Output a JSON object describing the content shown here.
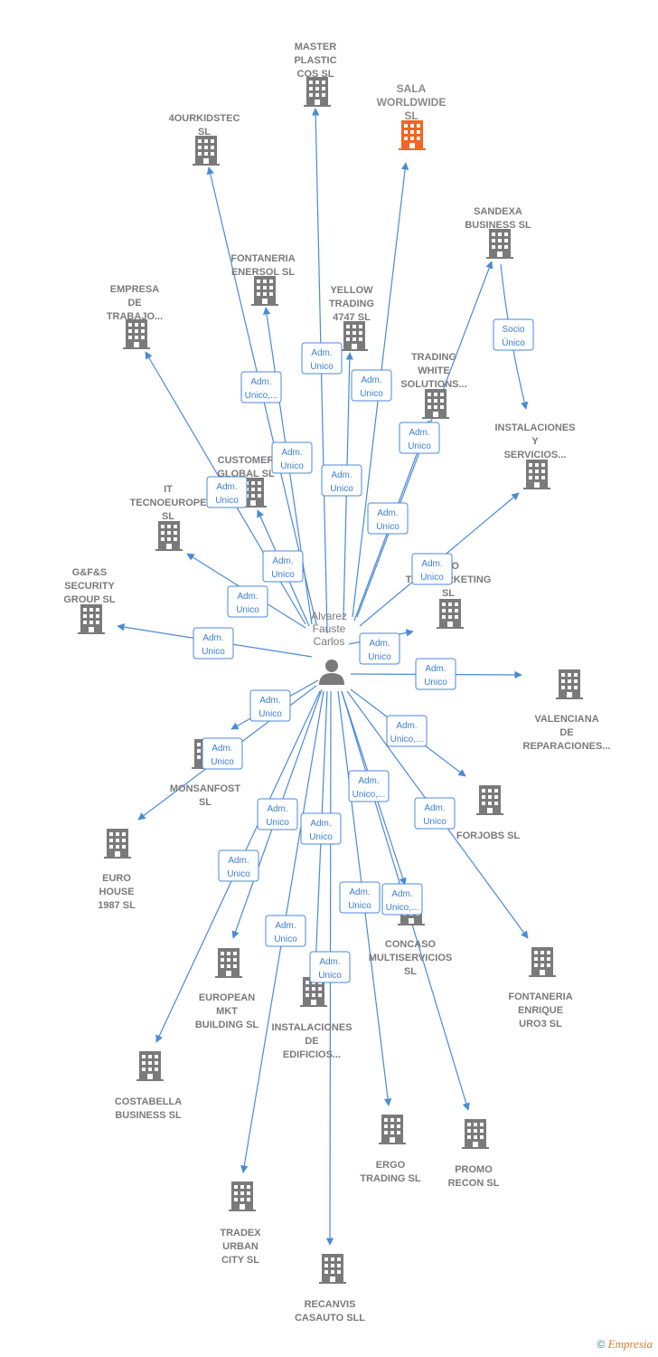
{
  "center": {
    "name_lines": [
      "Alvarez",
      "Fauste",
      "Carlos"
    ],
    "icon": "person-icon"
  },
  "colors": {
    "edge": "#4a8ad8",
    "building": "#7a7a7a",
    "highlight": "#f26522"
  },
  "companies": [
    {
      "id": "master-plastic-cos-sl",
      "lines": [
        "MASTER",
        "PLASTIC",
        "COS SL"
      ],
      "highlight": false
    },
    {
      "id": "sala-worldwide-sl",
      "lines": [
        "SALA",
        "WORLDWIDE",
        "SL"
      ],
      "highlight": true
    },
    {
      "id": "4ourkidstec-sl",
      "lines": [
        "4OURKIDSTEC",
        "SL"
      ],
      "highlight": false
    },
    {
      "id": "sandexa-business-sl",
      "lines": [
        "SANDEXA",
        "BUSINESS SL"
      ],
      "highlight": false
    },
    {
      "id": "fontaneria-enersol-sl",
      "lines": [
        "FONTANERIA",
        "ENERSOL SL"
      ],
      "highlight": false
    },
    {
      "id": "empresa-de-trabajo",
      "lines": [
        "EMPRESA",
        "DE",
        "TRABAJO..."
      ],
      "highlight": false
    },
    {
      "id": "yellow-trading-4747-sl",
      "lines": [
        "YELLOW",
        "TRADING",
        "4747  SL"
      ],
      "highlight": false
    },
    {
      "id": "trading-white-solutions",
      "lines": [
        "TRADING",
        "WHITE",
        "SOLUTIONS..."
      ],
      "highlight": false
    },
    {
      "id": "instalaciones-y-servicios",
      "lines": [
        "INSTALACIONES",
        "Y",
        "SERVICIOS..."
      ],
      "highlight": false
    },
    {
      "id": "customer-global-sl",
      "lines": [
        "CUSTOMER",
        "GLOBAL  SL"
      ],
      "highlight": false
    },
    {
      "id": "it-tecnoeurope-sl",
      "lines": [
        "IT",
        "TECNOEUROPE",
        "SL"
      ],
      "highlight": false
    },
    {
      "id": "eco-telemarketing-sl",
      "lines": [
        "ECO",
        "TELEMARKETING",
        "SL"
      ],
      "highlight": false
    },
    {
      "id": "gfs-security-group-sl",
      "lines": [
        "G&F&S",
        "SECURITY",
        "GROUP  SL"
      ],
      "highlight": false
    },
    {
      "id": "valenciana-de-reparaciones",
      "lines": [
        "VALENCIANA",
        "DE",
        "REPARACIONES..."
      ],
      "highlight": false
    },
    {
      "id": "monsanfost-sl",
      "lines": [
        "MONSANFOST",
        "SL"
      ],
      "highlight": false
    },
    {
      "id": "forjobs-sl",
      "lines": [
        "FORJOBS SL"
      ],
      "highlight": false
    },
    {
      "id": "euro-house-1987-sl",
      "lines": [
        "EURO",
        "HOUSE",
        "1987  SL"
      ],
      "highlight": false
    },
    {
      "id": "concaso-multiservicios-sl",
      "lines": [
        "CONCASO",
        "MULTISERVICIOS",
        "SL"
      ],
      "highlight": false
    },
    {
      "id": "european-mkt-building-sl",
      "lines": [
        "EUROPEAN",
        "MKT",
        "BUILDING  SL"
      ],
      "highlight": false
    },
    {
      "id": "fontaneria-enrique-uro3-sl",
      "lines": [
        "FONTANERIA",
        "ENRIQUE",
        "URO3 SL"
      ],
      "highlight": false
    },
    {
      "id": "instalaciones-de-edificios",
      "lines": [
        "INSTALACIONES",
        "DE",
        "EDIFICIOS..."
      ],
      "highlight": false
    },
    {
      "id": "costabella-business-sl",
      "lines": [
        "COSTABELLA",
        "BUSINESS SL"
      ],
      "highlight": false
    },
    {
      "id": "ergo-trading-sl",
      "lines": [
        "ERGO",
        "TRADING  SL"
      ],
      "highlight": false
    },
    {
      "id": "promo-recon-sl",
      "lines": [
        "PROMO",
        "RECON  SL"
      ],
      "highlight": false
    },
    {
      "id": "tradex-urban-city-sl",
      "lines": [
        "TRADEX",
        "URBAN",
        "CITY  SL"
      ],
      "highlight": false
    },
    {
      "id": "recanvis-casauto-sll",
      "lines": [
        "RECANVIS",
        "CASAUTO SLL"
      ],
      "highlight": false
    }
  ],
  "edges": [
    {
      "to": "master-plastic-cos-sl",
      "lines": [
        "Adm.",
        "Unico"
      ]
    },
    {
      "to": "sala-worldwide-sl",
      "lines": [
        "Adm.",
        "Unico"
      ]
    },
    {
      "to": "4ourkidstec-sl",
      "lines": [
        "Adm.",
        "Unico,..."
      ]
    },
    {
      "to": "sandexa-business-sl",
      "lines": [
        "Adm.",
        "Unico"
      ]
    },
    {
      "to": "fontaneria-enersol-sl",
      "lines": [
        "Adm.",
        "Unico"
      ]
    },
    {
      "to": "empresa-de-trabajo",
      "lines": [
        "Adm.",
        "Unico"
      ]
    },
    {
      "to": "yellow-trading-4747-sl",
      "lines": [
        "Adm.",
        "Unico"
      ]
    },
    {
      "to": "trading-white-solutions",
      "lines": [
        "Adm.",
        "Unico"
      ]
    },
    {
      "to": "instalaciones-y-servicios",
      "lines": [
        "Adm.",
        "Unico"
      ]
    },
    {
      "to": "customer-global-sl",
      "lines": [
        "Adm.",
        "Unico"
      ]
    },
    {
      "to": "it-tecnoeurope-sl",
      "lines": [
        "Adm.",
        "Unico"
      ]
    },
    {
      "to": "eco-telemarketing-sl",
      "lines": [
        "Adm.",
        "Unico"
      ]
    },
    {
      "to": "gfs-security-group-sl",
      "lines": [
        "Adm.",
        "Unico"
      ]
    },
    {
      "to": "valenciana-de-reparaciones",
      "lines": [
        "Adm.",
        "Unico"
      ]
    },
    {
      "to": "monsanfost-sl",
      "lines": [
        "Adm.",
        "Unico"
      ]
    },
    {
      "to": "forjobs-sl",
      "lines": [
        "Adm.",
        "Unico,..."
      ]
    },
    {
      "to": "euro-house-1987-sl",
      "lines": [
        "Adm.",
        "Unico"
      ]
    },
    {
      "to": "concaso-multiservicios-sl",
      "lines": [
        "Adm.",
        "Unico,..."
      ]
    },
    {
      "to": "european-mkt-building-sl",
      "lines": [
        "Adm.",
        "Unico"
      ]
    },
    {
      "to": "fontaneria-enrique-uro3-sl",
      "lines": [
        "Adm.",
        "Unico"
      ]
    },
    {
      "to": "instalaciones-de-edificios",
      "lines": [
        "Adm.",
        "Unico"
      ]
    },
    {
      "to": "costabella-business-sl",
      "lines": [
        "Adm.",
        "Unico"
      ]
    },
    {
      "to": "ergo-trading-sl",
      "lines": [
        "Adm.",
        "Unico"
      ]
    },
    {
      "to": "promo-recon-sl",
      "lines": [
        "Adm.",
        "Unico,..."
      ]
    },
    {
      "to": "tradex-urban-city-sl",
      "lines": [
        "Adm.",
        "Unico"
      ]
    },
    {
      "to": "recanvis-casauto-sll",
      "lines": [
        "Adm.",
        "Unico"
      ]
    }
  ],
  "secondary_edges": [
    {
      "from": "sandexa-business-sl",
      "to": "instalaciones-y-servicios",
      "lines": [
        "Socio",
        "Único"
      ]
    }
  ],
  "footer": {
    "copyright": "©",
    "brand": "Empresia"
  }
}
